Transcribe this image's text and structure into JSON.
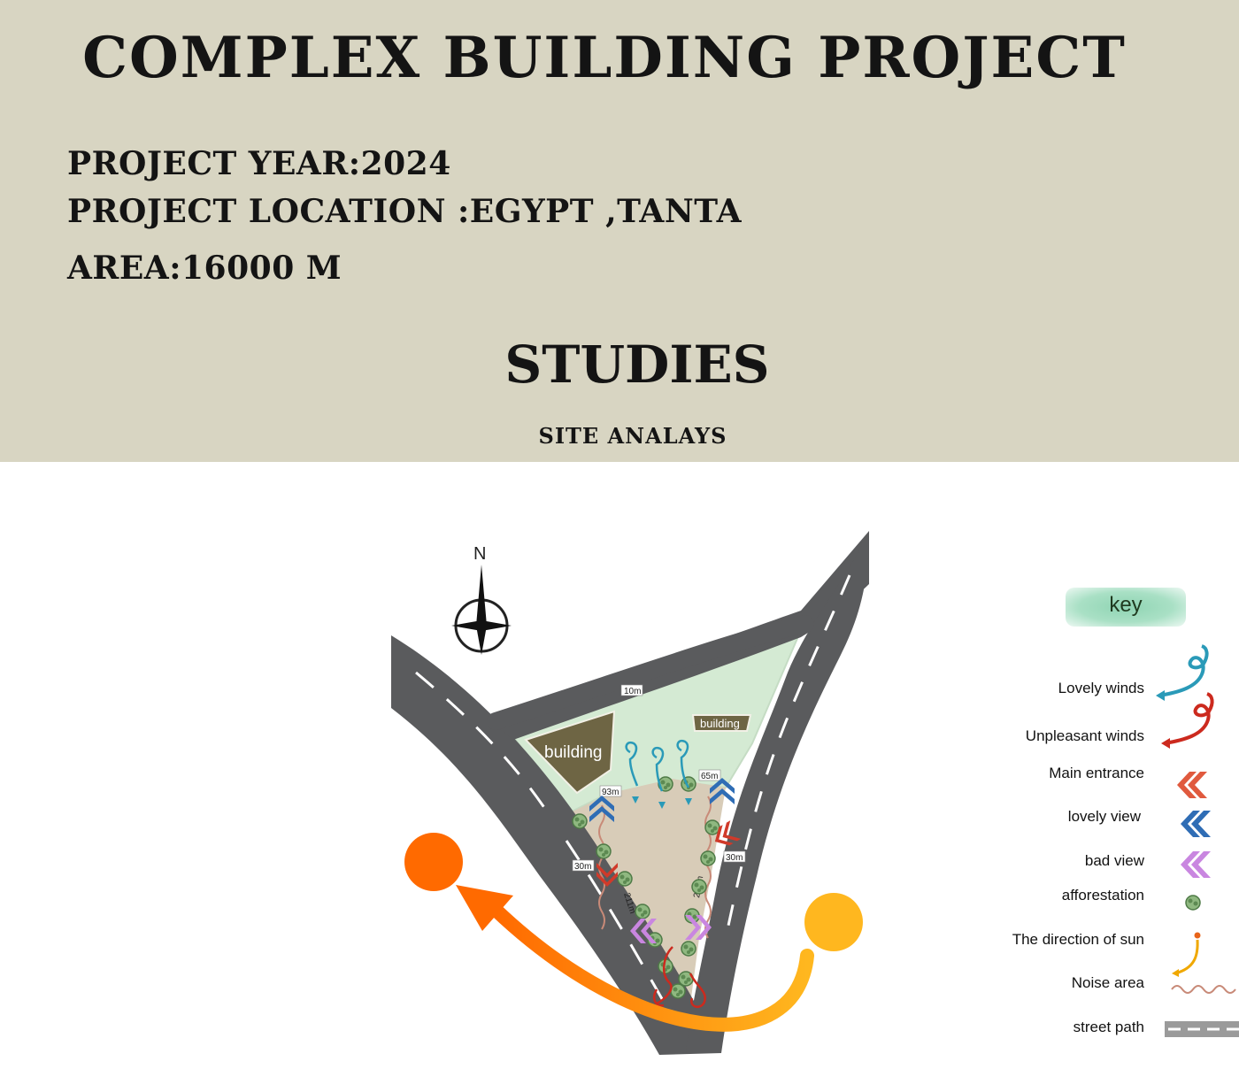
{
  "header": {
    "title": "COMPLEX BUILDING PROJECT",
    "project_year": "PROJECT YEAR:2024",
    "project_location": "PROJECT LOCATION :EGYPT ,TANTA",
    "area": "AREA:16000 M",
    "section_title": "STUDIES",
    "subsection_title": "SITE ANALAYS"
  },
  "site_plan": {
    "north_label": "N",
    "buildings": [
      "building",
      "building"
    ],
    "dimensions": [
      "10m",
      "93m",
      "65m",
      "30m",
      "211m",
      "216m",
      "30m"
    ]
  },
  "legend": {
    "title": "key",
    "items": [
      {
        "label": "Lovely winds",
        "icon": "lovely-winds-icon",
        "color": "#2a9ab8"
      },
      {
        "label": "Unpleasant winds",
        "icon": "unpleasant-winds-icon",
        "color": "#cc2a1e"
      },
      {
        "label": "Main entrance",
        "icon": "main-entrance-icon",
        "color": "#e05a3e"
      },
      {
        "label": "lovely view",
        "icon": "lovely-view-icon",
        "color": "#2f6db5"
      },
      {
        "label": "bad view",
        "icon": "bad-view-icon",
        "color": "#c986e0"
      },
      {
        "label": "afforestation",
        "icon": "afforestation-icon",
        "color": "#6b9a5a"
      },
      {
        "label": "The direction of sun",
        "icon": "sun-direction-icon",
        "color": "#f0a800"
      },
      {
        "label": "Noise area",
        "icon": "noise-area-icon",
        "color": "#c88a78"
      },
      {
        "label": "street path",
        "icon": "street-path-icon",
        "color": "#9a9a9a"
      }
    ]
  },
  "colors": {
    "header_bg": "#d8d5c2",
    "road": "#5a5b5d",
    "green_zone": "#d4ead3",
    "site_zone": "#d8ccb8",
    "building": "#6e6544",
    "sun_start": "#ffb71f",
    "sun_end": "#ff6a00"
  }
}
